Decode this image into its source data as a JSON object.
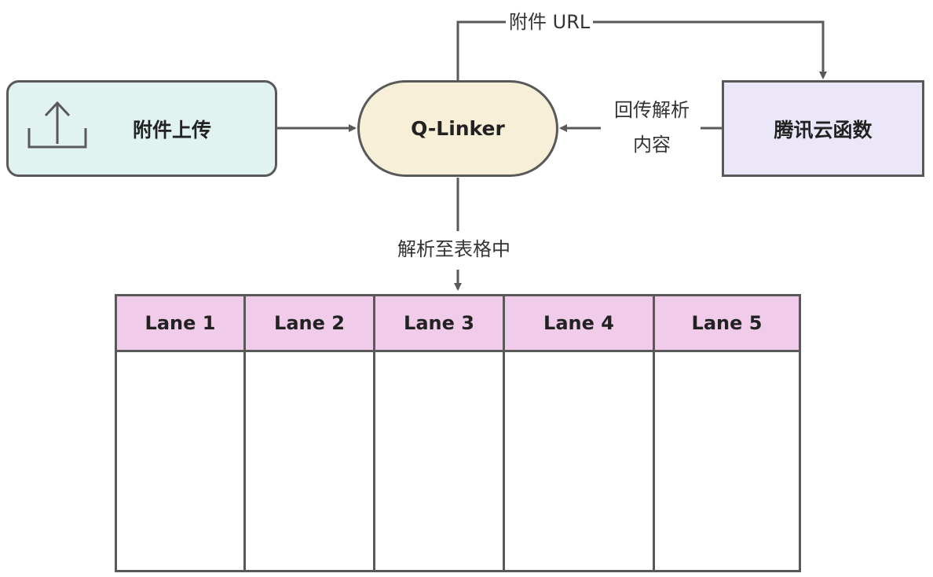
{
  "nodes": {
    "upload": {
      "label": "附件上传",
      "icon": "upload-icon"
    },
    "qlinker": {
      "label": "Q-Linker"
    },
    "tencent": {
      "label": "腾讯云函数"
    }
  },
  "edges": {
    "url_label": "附件 URL",
    "return_label_line1": "回传解析",
    "return_label_line2": "内容",
    "parse_label": "解析至表格中"
  },
  "lanes": [
    "Lane 1",
    "Lane 2",
    "Lane 3",
    "Lane 4",
    "Lane 5"
  ],
  "colors": {
    "stroke": "#595959",
    "upload_fill": "#e1f3f1",
    "qlinker_fill": "#f8efd8",
    "tencent_fill": "#ebe6f8",
    "lane_header_fill": "#f1cbea"
  }
}
